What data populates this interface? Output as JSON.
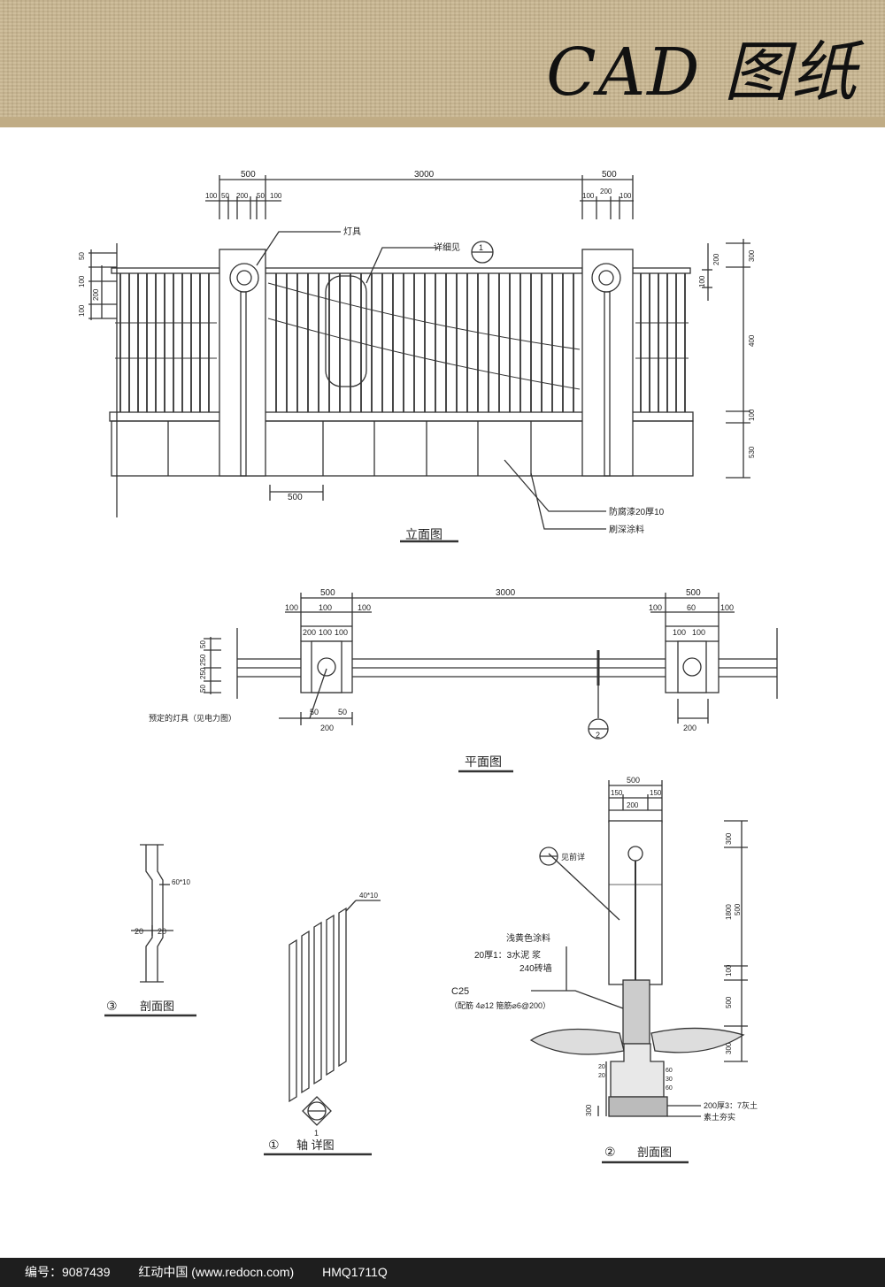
{
  "header": {
    "title": "CAD 图纸"
  },
  "elevation": {
    "title": "立面图",
    "dims_top": [
      "500",
      "3000",
      "500"
    ],
    "dims_small_left": [
      "100",
      "50",
      "200",
      "50",
      "100"
    ],
    "dims_small_right": [
      "100",
      "200",
      "100"
    ],
    "dims_left_v": [
      "50",
      "100",
      "200",
      "100"
    ],
    "dims_right_v": [
      "300",
      "200",
      "100",
      "400",
      "100",
      "530"
    ],
    "dim_bottom": "500",
    "label_lamp": "灯具",
    "label_detail": "详细见",
    "detail_mark": "1",
    "note1": "防腐漆20厚10",
    "note2": "刷深涂料"
  },
  "plan": {
    "title": "平面图",
    "dims_top": [
      "500",
      "3000",
      "500"
    ],
    "dims_left": [
      "100",
      "100",
      "100"
    ],
    "dims_left2": [
      "200",
      "100",
      "100"
    ],
    "dims_right": [
      "100",
      "60",
      "100"
    ],
    "dims_right2": [
      "100",
      "100"
    ],
    "dims_left_v": [
      "50",
      "250",
      "250",
      "50"
    ],
    "label_lamp": "预定的灯具（见电力图）",
    "dims_bottom_left": [
      "50",
      "50"
    ],
    "dim_bottom_left_total": "200",
    "dim_bottom_right": "200",
    "section_mark": "2"
  },
  "section3": {
    "number": "③",
    "title": "剖面图",
    "dims": [
      "20",
      "20"
    ],
    "note": "60*10"
  },
  "detail1": {
    "number": "①",
    "title": "轴 详图",
    "note": "40*10",
    "mark": "1"
  },
  "section2": {
    "number": "②",
    "title": "剖面图",
    "dims_top": [
      "500",
      "150",
      "150",
      "200"
    ],
    "dims_right": [
      "300",
      "1800",
      "500",
      "100",
      "500",
      "300"
    ],
    "label_detail": "见前详",
    "notes": [
      "浅黄色涂料",
      "20厚1：3水泥 浆",
      "240砖墙"
    ],
    "c25": "C25",
    "c25_sub": "（配筋 4⌀12  箍筋⌀6@200）",
    "notes_bottom": [
      "200厚3：7灰土",
      "素土夯实"
    ],
    "dims_footing": [
      "20",
      "20",
      "60",
      "30",
      "60"
    ],
    "dim_footing_left": "300"
  },
  "footer": {
    "id_text": "编号：9087439",
    "site_text": "红动中国 (www.redocn.com)",
    "code_text": "HMQ1711Q"
  }
}
